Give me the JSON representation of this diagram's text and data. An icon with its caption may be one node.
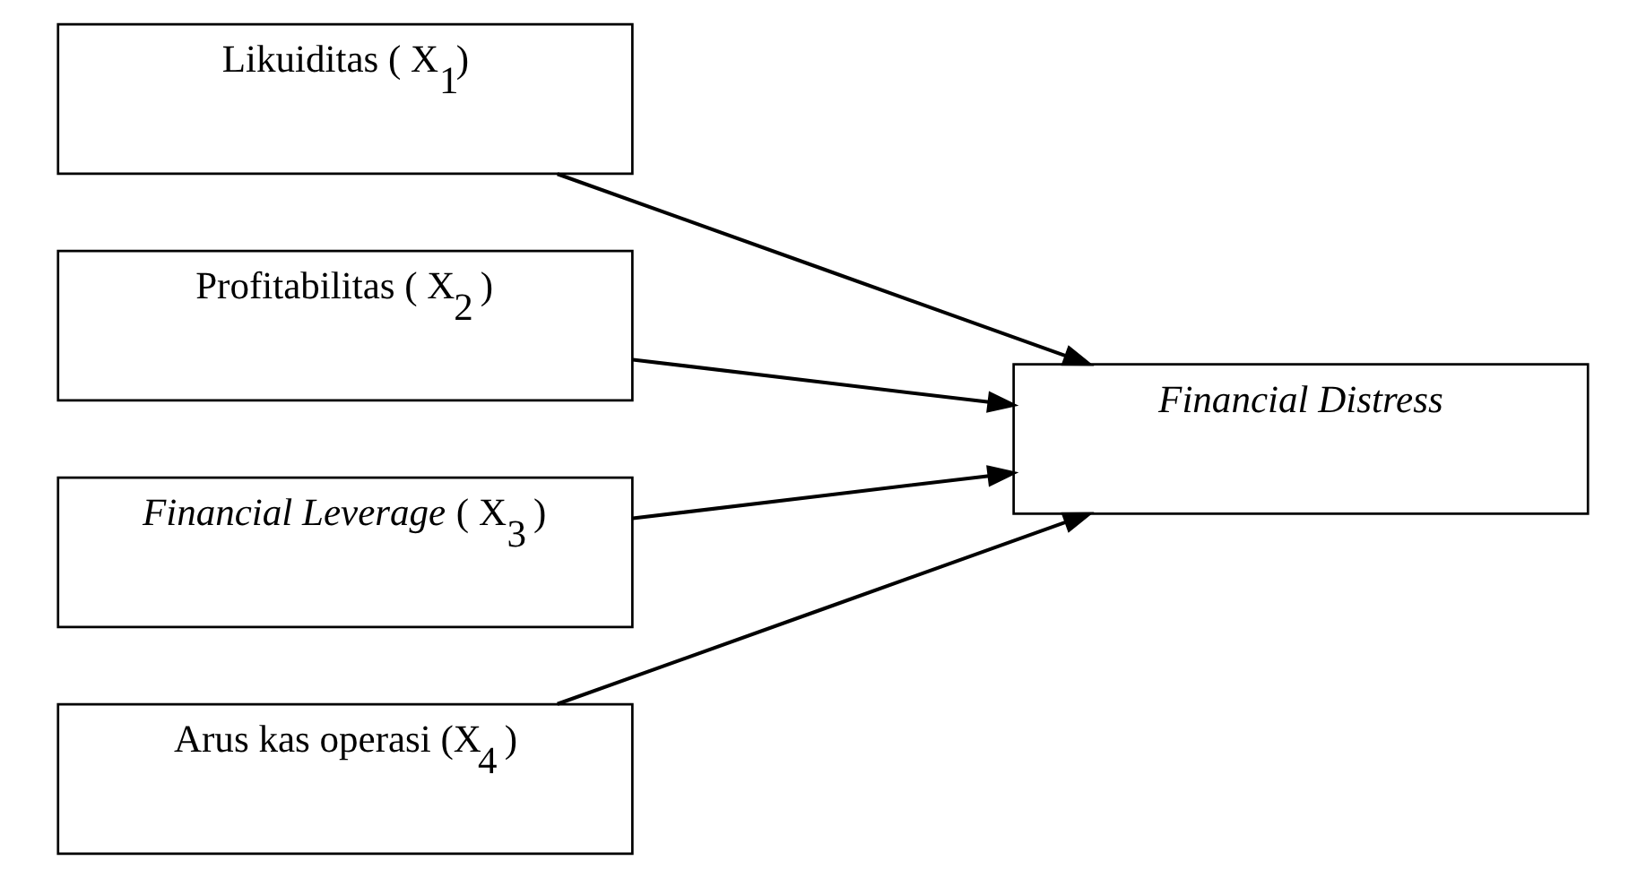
{
  "diagram": {
    "nodes": [
      {
        "text": [
          "Likuiditas ( X$_{1}$)"
        ]
      },
      {
        "text": [
          "Profitabilitas ( X$_{2}$ )"
        ]
      },
      {
        "text": [
          "*Financial Leverage* ( X$_{3}$ )"
        ]
      },
      {
        "text": [
          "Arus kas operasi (X$_{4}$ )"
        ]
      },
      {
        "text": [
          "Financial Distress"
        ]
      }
    ],
    "edges": [
      {
        "from": 0,
        "to": 4,
        "arrow": "to"
      },
      {
        "from": 1,
        "to": 4,
        "arrow": "to"
      },
      {
        "from": 2,
        "to": 4,
        "arrow": "to"
      },
      {
        "from": 3,
        "to": 4,
        "arrow": "to"
      }
    ]
  }
}
